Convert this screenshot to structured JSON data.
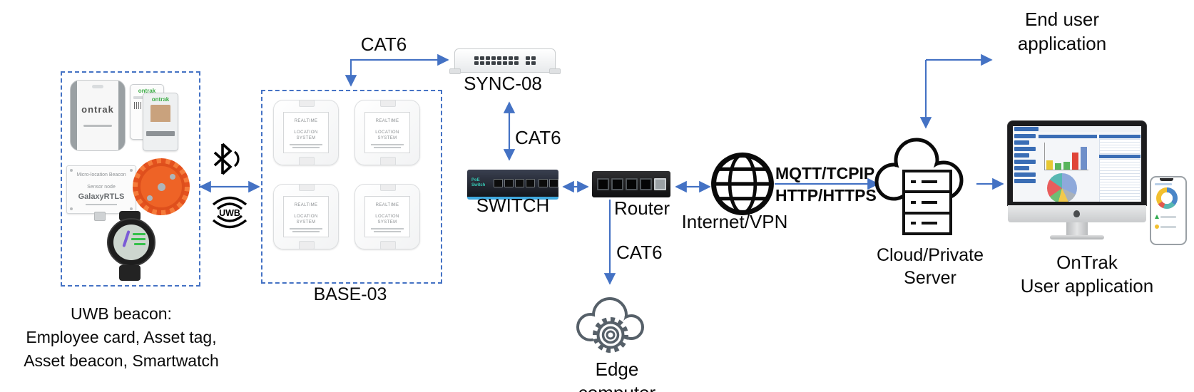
{
  "colors": {
    "accent_arrow": "#4472c4",
    "dashed_box": "#4472c4",
    "beacon_orange": "#ee6326",
    "switch_stripe_blue": "#3fa9df",
    "brand_green": "#3fae49"
  },
  "uwb_group": {
    "caption_line1": "UWB beacon:",
    "caption_line2": "Employee card, Asset tag,",
    "caption_line3": "Asset beacon, Smartwatch",
    "asset_tag_brand": "ontrak",
    "card_brand": "ontrak",
    "sensor_line1": "Micro-location Beacon",
    "sensor_line2": "Sensor node",
    "sensor_line3": "GalaxyRTLS",
    "uwb_icon_text": "UWB"
  },
  "base_station": {
    "label": "BASE-03",
    "anchor_line1": "REALTIME",
    "anchor_line2": "LOCATION SYSTEM"
  },
  "sync": {
    "label": "SYNC-08"
  },
  "switch": {
    "label": "SWITCH",
    "device_text": "PoE Switch"
  },
  "router": {
    "label": "Router"
  },
  "internet": {
    "label": "Internet/VPN"
  },
  "edge": {
    "label": "Edge computer"
  },
  "cloud": {
    "label_line1": "Cloud/Private",
    "label_line2": "Server"
  },
  "end_user": {
    "label_line1": "End user",
    "label_line2": "application"
  },
  "ontrak_app": {
    "label_line1": "OnTrak",
    "label_line2": "User application"
  },
  "links": {
    "cat6_base_sync": "CAT6",
    "cat6_sync_switch": "CAT6",
    "cat6_router_edge": "CAT6",
    "protocol_top": "MQTT/TCPIP",
    "protocol_bottom": "HTTP/HTTPS"
  }
}
